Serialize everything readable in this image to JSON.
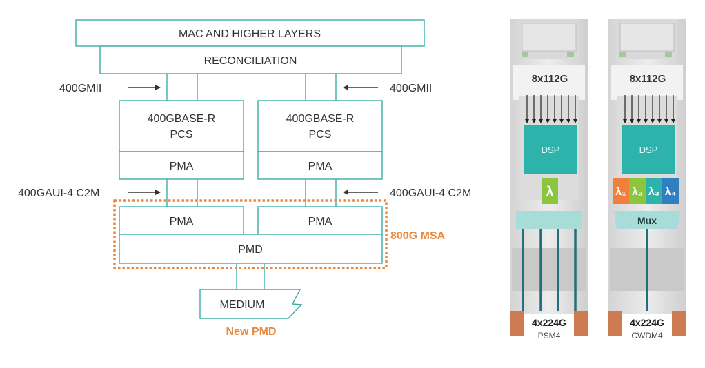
{
  "stack": {
    "top_layer": "MAC AND HIGHER LAYERS",
    "reconciliation": "RECONCILIATION",
    "left_interface": "400GMII",
    "right_interface": "400GMII",
    "pcs_left_line1": "400GBASE-R",
    "pcs_left_line2": "PCS",
    "pcs_right_line1": "400GBASE-R",
    "pcs_right_line2": "PCS",
    "pma_left_upper": "PMA",
    "pma_right_upper": "PMA",
    "left_c2m": "400GAUI-4 C2M",
    "right_c2m": "400GAUI-4 C2M",
    "pma_left_lower": "PMA",
    "pma_right_lower": "PMA",
    "pmd": "PMD",
    "msa_label": "800G MSA",
    "medium": "MEDIUM",
    "new_pmd": "New PMD"
  },
  "modules": {
    "psm4": {
      "electrical": "8x112G",
      "dsp": "DSP",
      "lambda": "λ",
      "optical": "4x224G",
      "type": "PSM4"
    },
    "cwdm4": {
      "electrical": "8x112G",
      "dsp": "DSP",
      "lambdas": [
        "λ₁",
        "λ₂",
        "λ₃",
        "λ₄"
      ],
      "mux": "Mux",
      "optical": "4x224G",
      "type": "CWDM4"
    }
  },
  "colors": {
    "stack_border": "#3aaea6",
    "msa_orange": "#e98a3f",
    "dsp_teal": "#2db3ab",
    "lambda_green": "#8cc63f",
    "lambda_orange": "#f07f3c",
    "lambda_blue": "#2f7fc1",
    "mux_cyan": "#a7dcd9",
    "fiber": "#24707a",
    "connector": "#cf7b52"
  }
}
